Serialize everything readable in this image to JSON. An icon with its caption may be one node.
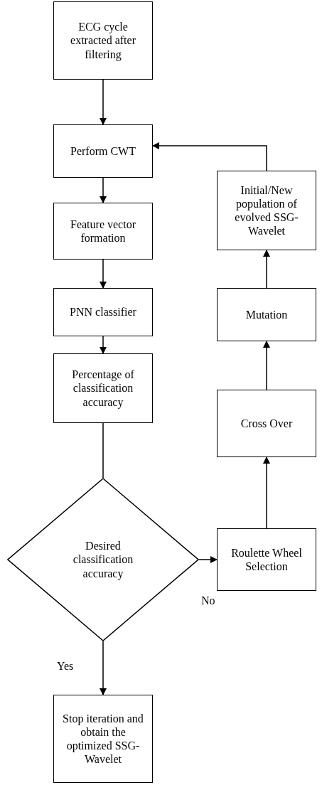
{
  "diagram": {
    "nodes": [
      {
        "text": [
          "ECG cycle extracted after filtering"
        ]
      },
      {
        "text": [
          "Perform CWT"
        ]
      },
      {
        "text": [
          "Feature vector formation"
        ]
      },
      {
        "text": [
          "PNN classifier"
        ]
      },
      {
        "text": [
          "Percentage of classification accuracy"
        ]
      },
      {
        "text": [
          "Desired classification accuracy"
        ]
      },
      {
        "text": [
          "Roulette Wheel Selection"
        ]
      },
      {
        "text": [
          "Cross Over"
        ]
      },
      {
        "text": [
          "Mutation"
        ]
      },
      {
        "text": [
          "Initial/New population of evolved SSG-Wavelet"
        ]
      },
      {
        "text": [
          "Stop iteration and obtain the optimized SSG-Wavelet"
        ]
      }
    ],
    "edges": [
      {
        "from": 0,
        "to": 1,
        "arrow": "to"
      },
      {
        "from": 1,
        "to": 2,
        "arrow": "to"
      },
      {
        "from": 2,
        "to": 3,
        "arrow": "to"
      },
      {
        "from": 3,
        "to": 4,
        "arrow": "to"
      },
      {
        "from": 4,
        "to": 5,
        "arrow": "none"
      },
      {
        "from": 5,
        "to": 6,
        "arrow": "to",
        "label": "No"
      },
      {
        "from": 6,
        "to": 7,
        "arrow": "to"
      },
      {
        "from": 7,
        "to": 8,
        "arrow": "to"
      },
      {
        "from": 8,
        "to": 9,
        "arrow": "to"
      },
      {
        "from": 9,
        "to": 1,
        "arrow": "to"
      },
      {
        "from": 5,
        "to": 10,
        "arrow": "to",
        "label": "Yes"
      }
    ]
  }
}
